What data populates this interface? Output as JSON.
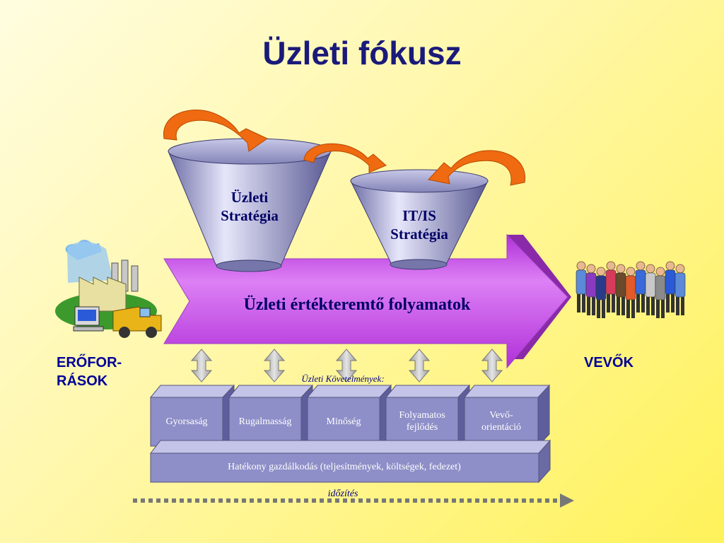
{
  "title": "Üzleti fókusz",
  "funnels": [
    {
      "line1": "Üzleti",
      "line2": "Stratégia"
    },
    {
      "line1": "IT/IS",
      "line2": "Stratégia"
    }
  ],
  "process_arrow_label": "Üzleti értékteremtő folyamatok",
  "left_label": {
    "line1": "ERŐFOR-",
    "line2": "RÁSOK"
  },
  "right_label": "VEVŐK",
  "requirements_label": "Üzleti Követelmények:",
  "requirement_boxes": [
    {
      "line1": "Gyorsaság",
      "line2": ""
    },
    {
      "line1": "Rugalmasság",
      "line2": ""
    },
    {
      "line1": "Minőség",
      "line2": ""
    },
    {
      "line1": "Folyamatos",
      "line2": "fejlődés"
    },
    {
      "line1": "Vevő-",
      "line2": "orientáció"
    }
  ],
  "base_box": "Hatékony gazdálkodás (teljesítmények, költségek, fedezet)",
  "timing_label": "időzítés",
  "colors": {
    "title": "#1a1a7a",
    "process_arrow": "#c84de8",
    "box_front": "#8e8ec8",
    "cycle_arrow": "#ef6a10",
    "label_blue": "#000099"
  },
  "icons": [
    "factory-resources-icon",
    "customers-group-icon",
    "cycle-arrow-icon",
    "double-arrow-icon"
  ]
}
